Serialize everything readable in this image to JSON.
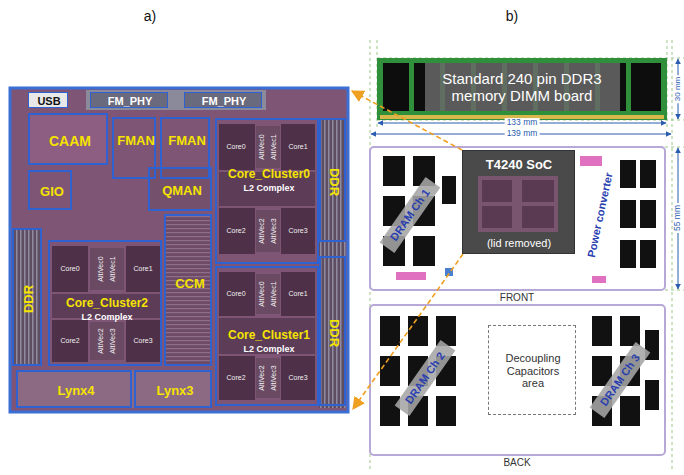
{
  "diagram": {
    "nodes": [
      {
        "text": [
          "USB"
        ]
      },
      {
        "text": [
          "FM_PHY"
        ]
      },
      {
        "text": [
          "FM_PHY"
        ]
      },
      {
        "text": [
          "CAAM"
        ]
      },
      {
        "text": [
          "FMAN"
        ]
      },
      {
        "text": [
          "FMAN"
        ]
      },
      {
        "text": [
          "Core_Cluster0",
          "L2 Complex"
        ]
      },
      {
        "text": [
          "DDR"
        ]
      },
      {
        "text": [
          "GIO"
        ]
      },
      {
        "text": [
          "QMAN"
        ]
      },
      {
        "text": [
          "DDR"
        ]
      },
      {
        "text": [
          "Core_Cluster2",
          "L2 Complex"
        ]
      },
      {
        "text": [
          "CCM"
        ]
      },
      {
        "text": [
          "Core_Cluster1",
          "L2 Complex"
        ]
      },
      {
        "text": [
          "DDR"
        ]
      },
      {
        "text": [
          "Lynx4"
        ]
      },
      {
        "text": [
          "Lynx3"
        ]
      },
      {
        "text": [
          "Standard 240 pin DDR3 memory DIMM board"
        ]
      },
      {
        "text": [
          "FRONT"
        ]
      },
      {
        "text": [
          "DRAM Ch 1"
        ],
        "in": 18
      },
      {
        "text": [
          "T4240 SoC",
          "(lid removed)"
        ],
        "in": 18
      },
      {
        "text": [
          "Power converter"
        ],
        "in": 18
      },
      {
        "text": [
          "BACK"
        ]
      },
      {
        "text": [
          "DRAM Ch 2"
        ],
        "in": 22
      },
      {
        "text": [
          "Decoupling Capacitors area"
        ],
        "in": 22
      },
      {
        "text": [
          "DRAM Ch 3"
        ],
        "in": 22
      }
    ],
    "labels": [
      "a)",
      "b)",
      "30 mm",
      "133 mm",
      "139 mm",
      "55 mm",
      "Core0",
      "Core1",
      "AltiVec0",
      "AltiVec1",
      "Core2",
      "Core3",
      "AltiVec2",
      "AltiVec3",
      "Core0",
      "Core1",
      "AltiVec0",
      "AltiVec1",
      "Core2",
      "Core3",
      "AltiVec2",
      "AltiVec3",
      "Core0",
      "Core1",
      "AltiVec0",
      "AltiVec1",
      "Core2",
      "Core3",
      "AltiVec2",
      "AltiVec3"
    ]
  }
}
